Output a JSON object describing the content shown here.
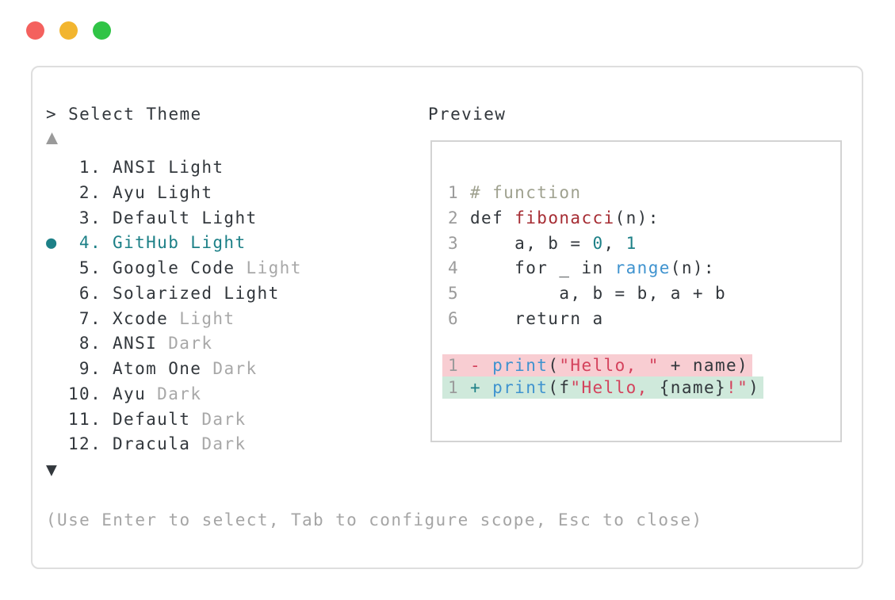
{
  "window": {
    "controls": [
      {
        "name": "close",
        "color": "#f4615e"
      },
      {
        "name": "minimize",
        "color": "#f2b52f"
      },
      {
        "name": "zoom",
        "color": "#30c446"
      }
    ]
  },
  "colors": {
    "ink": "#32373c",
    "muted": "#a8a8a8",
    "help": "#a5a5a5",
    "line_number": "#9b9b9b",
    "teal": "#1d8087",
    "scroll_up": "#9a9a9a",
    "border": "#dedede",
    "preview_border": "#d3d3d3",
    "removed_bg": "#f8cdd2",
    "added_bg": "#cfe9db"
  },
  "picker": {
    "prompt": "> Select Theme",
    "scroll_up_symbol": "▲",
    "scroll_down_symbol": "▼",
    "selected_bullet": "●",
    "help_text": "(Use Enter to select, Tab to configure scope, Esc to close)",
    "items": [
      {
        "number": "1.",
        "name": "ANSI Light",
        "muted": "",
        "selected": false
      },
      {
        "number": "2.",
        "name": "Ayu Light",
        "muted": "",
        "selected": false
      },
      {
        "number": "3.",
        "name": "Default Light",
        "muted": "",
        "selected": false
      },
      {
        "number": "4.",
        "name": "GitHub Light",
        "muted": "",
        "selected": true
      },
      {
        "number": "5.",
        "name": "Google Code",
        "muted": " Light",
        "selected": false
      },
      {
        "number": "6.",
        "name": "Solarized Light",
        "muted": "",
        "selected": false
      },
      {
        "number": "7.",
        "name": "Xcode",
        "muted": " Light",
        "selected": false
      },
      {
        "number": "8.",
        "name": "ANSI",
        "muted": " Dark",
        "selected": false
      },
      {
        "number": "9.",
        "name": "Atom One",
        "muted": " Dark",
        "selected": false
      },
      {
        "number": "10.",
        "name": "Ayu",
        "muted": " Dark",
        "selected": false
      },
      {
        "number": "11.",
        "name": "Default",
        "muted": " Dark",
        "selected": false
      },
      {
        "number": "12.",
        "name": "Dracula",
        "muted": " Dark",
        "selected": false
      }
    ]
  },
  "preview": {
    "label": "Preview",
    "palette": {
      "text": "#32373c",
      "comment": "#9fa18f",
      "func": "#a62c33",
      "number": "#1d8087",
      "builtin": "#3f93cf",
      "string": "#d4425c",
      "removed_sign": "#d4425c",
      "added_sign": "#1d8087"
    },
    "code_lines": [
      {
        "num": "1",
        "tokens": [
          {
            "t": "# function",
            "c": "comment"
          }
        ]
      },
      {
        "num": "2",
        "tokens": [
          {
            "t": "def ",
            "c": "text"
          },
          {
            "t": "fibonacci",
            "c": "func"
          },
          {
            "t": "(n):",
            "c": "text"
          }
        ]
      },
      {
        "num": "3",
        "tokens": [
          {
            "t": "    a, b = ",
            "c": "text"
          },
          {
            "t": "0",
            "c": "number"
          },
          {
            "t": ", ",
            "c": "text"
          },
          {
            "t": "1",
            "c": "number"
          }
        ]
      },
      {
        "num": "4",
        "tokens": [
          {
            "t": "    for _ in ",
            "c": "text"
          },
          {
            "t": "range",
            "c": "builtin"
          },
          {
            "t": "(n):",
            "c": "text"
          }
        ]
      },
      {
        "num": "5",
        "tokens": [
          {
            "t": "        a, b = b, a + b",
            "c": "text"
          }
        ]
      },
      {
        "num": "6",
        "tokens": [
          {
            "t": "    return a",
            "c": "text"
          }
        ]
      }
    ],
    "diff_lines": [
      {
        "num": "1",
        "kind": "removed",
        "tokens": [
          {
            "t": "- ",
            "c": "removed_sign"
          },
          {
            "t": "print",
            "c": "builtin"
          },
          {
            "t": "(",
            "c": "text"
          },
          {
            "t": "\"Hello, \"",
            "c": "string"
          },
          {
            "t": " + name)",
            "c": "text"
          }
        ]
      },
      {
        "num": "1",
        "kind": "added",
        "tokens": [
          {
            "t": "+ ",
            "c": "added_sign"
          },
          {
            "t": "print",
            "c": "builtin"
          },
          {
            "t": "(f",
            "c": "text"
          },
          {
            "t": "\"Hello, ",
            "c": "string"
          },
          {
            "t": "{name}",
            "c": "text"
          },
          {
            "t": "!\"",
            "c": "string"
          },
          {
            "t": ")",
            "c": "text"
          }
        ]
      }
    ]
  }
}
